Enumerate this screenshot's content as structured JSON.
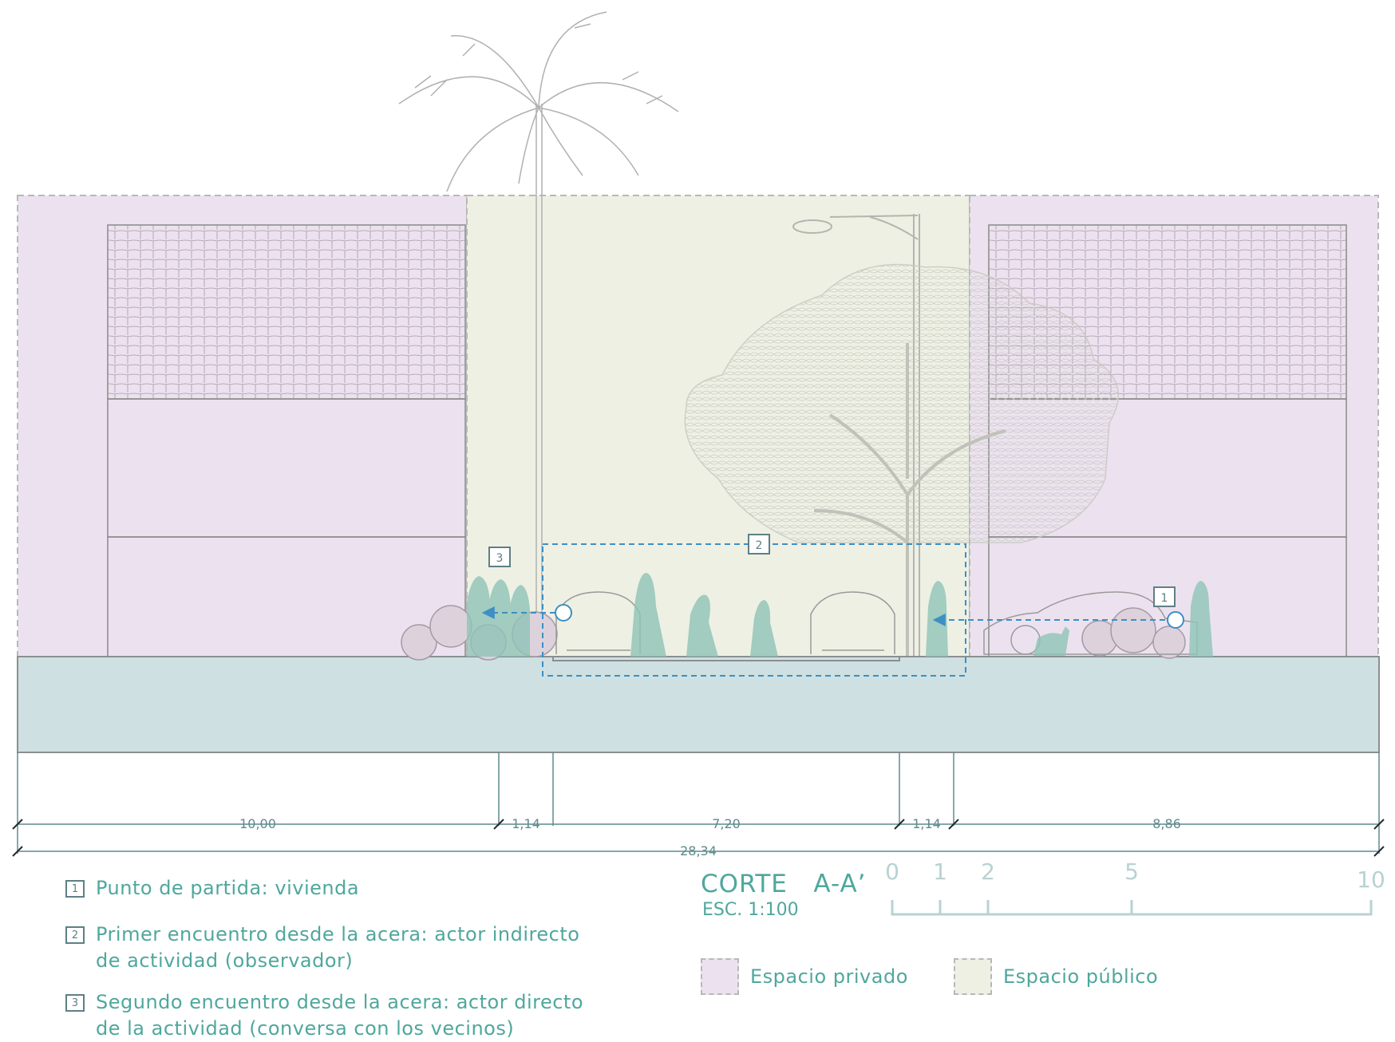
{
  "section": {
    "title": "CORTE   A-A’",
    "scale_label": "ESC. 1:100"
  },
  "dimensions": {
    "segments": [
      "10,00",
      "1,14",
      "7,20",
      "1,14",
      "8,86"
    ],
    "total": "28,34"
  },
  "scale_bar": {
    "ticks": [
      "0",
      "1",
      "2",
      "5",
      "10"
    ]
  },
  "markers": [
    "1",
    "2",
    "3"
  ],
  "legend": [
    {
      "num": "1",
      "lines": [
        "Punto de partida: vivienda"
      ]
    },
    {
      "num": "2",
      "lines": [
        "Primer encuentro desde la acera: actor indirecto",
        "de actividad (observador)"
      ]
    },
    {
      "num": "3",
      "lines": [
        "Segundo encuentro desde la acera: actor directo",
        "de la actividad (conversa con los vecinos)"
      ]
    }
  ],
  "zones": {
    "private_label": "Espacio privado",
    "public_label": "Espacio público"
  },
  "colors": {
    "private": "#ece2ef",
    "public": "#eef0e4",
    "ground": "#cfe0e2",
    "figures": "#8fc4b7",
    "route": "#3d8fc4",
    "text": "#4fa79d"
  }
}
